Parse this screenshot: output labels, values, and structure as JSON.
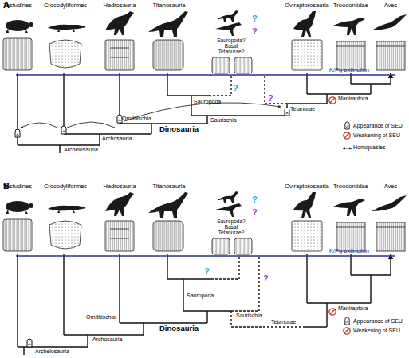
{
  "diagram": {
    "labels": [
      "A",
      "Testudines",
      "Crocodyliformes",
      "Hadrosauria",
      "Titanosauria",
      "?",
      "?",
      "Sauropoda? Basal Tetanurae?",
      "Oviraptorosauria",
      "Troodontidae",
      "Aves",
      "K/Pg extinction",
      "?",
      "?",
      "Sauropoda",
      "Ornithischia",
      "Saurischia",
      "Tetanurae",
      "Maniraptora",
      "Archosauria",
      "Dinosauria",
      "Archelosauria",
      "B",
      "Testudines",
      "Crocodyliformes",
      "Hadrosauria",
      "Titanosauria",
      "?",
      "?",
      "Sauropoda? Basal Tetanurae?",
      "Oviraptorosauria",
      "Troodontidae",
      "Aves",
      "K/Pg extinction",
      "?",
      "?",
      "Sauropoda",
      "Ornithischia",
      "Saurischia",
      "Tetanurae",
      "Maniraptora",
      "Archosauria",
      "Dinosauria",
      "Archelosauria"
    ],
    "legend": [
      {
        "text": "Appearance of SEU"
      },
      {
        "text": "Weakening of SEU"
      },
      {
        "text": "Homoplasies"
      },
      {
        "text": "Appearance of SEU"
      },
      {
        "text": "Weakening of SEU"
      }
    ]
  }
}
